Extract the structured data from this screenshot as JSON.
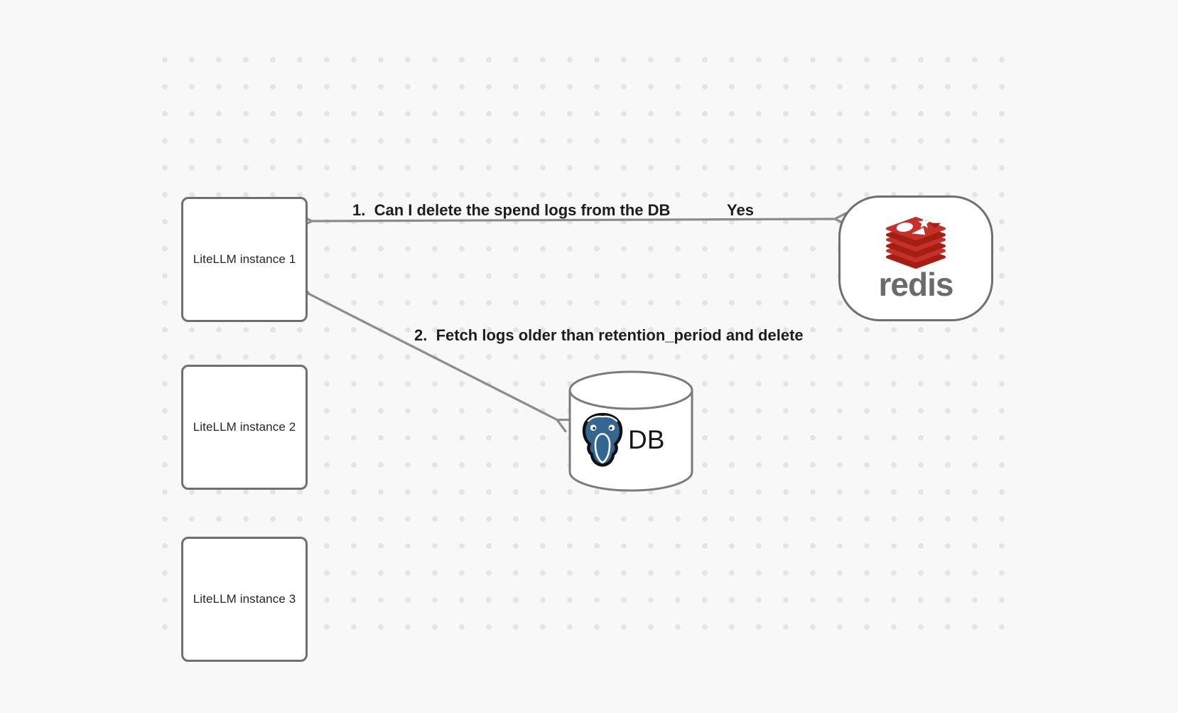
{
  "diagram": {
    "background_color": "#f8f8f8",
    "dot_color": "#e4e4e4",
    "box_border_color": "#6f6f6f",
    "arrow_color": "#8c8c8c",
    "edge_label_color": "#1d1d1d",
    "instances": [
      {
        "label": "LiteLLM instance 1"
      },
      {
        "label": "LiteLLM instance 2"
      },
      {
        "label": "LiteLLM instance 3"
      }
    ],
    "redis": {
      "wordmark": "redis",
      "logo_icon": "redis-logo-icon",
      "red": "#C6302B",
      "dark_red": "#A41E11",
      "wordmark_color": "#6b6b6b"
    },
    "database": {
      "label": "DB",
      "logo_icon": "postgresql-logo-icon",
      "postgres_blue": "#336791"
    },
    "edges": [
      {
        "label": "1.  Can I delete the spend logs from the DB",
        "response": "Yes"
      },
      {
        "label": "2.  Fetch logs older than retention_period and delete"
      }
    ]
  }
}
